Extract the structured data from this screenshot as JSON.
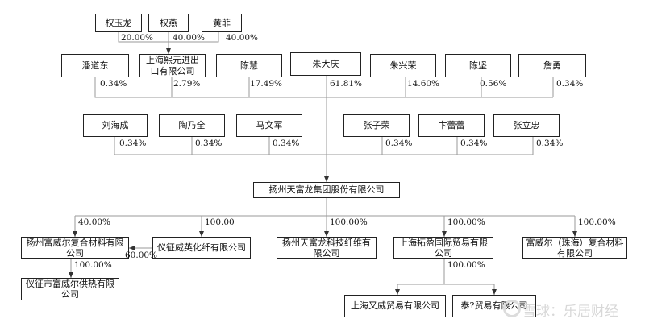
{
  "top_shareholders": [
    {
      "name": "权玉龙",
      "pct": "20.00%"
    },
    {
      "name": "权燕",
      "pct": "40.00%"
    },
    {
      "name": "黄菲",
      "pct": "40.00%"
    }
  ],
  "row2": [
    {
      "name": "潘道东",
      "pct": "0.34%"
    },
    {
      "name": "上海熙元进出口有限公司",
      "pct": "2.79%"
    },
    {
      "name": "陈慧",
      "pct": "17.49%"
    },
    {
      "name": "朱大庆",
      "pct": "61.81%"
    },
    {
      "name": "朱兴荣",
      "pct": "14.60%"
    },
    {
      "name": "陈坚",
      "pct": "0.56%"
    },
    {
      "name": "詹勇",
      "pct": "0.34%"
    }
  ],
  "row3": [
    {
      "name": "刘海成",
      "pct": "0.34%"
    },
    {
      "name": "陶乃全",
      "pct": "0.34%"
    },
    {
      "name": "马文军",
      "pct": "0.34%"
    },
    {
      "name": "张子荣",
      "pct": "0.34%"
    },
    {
      "name": "卞蕾蕾",
      "pct": "0.34%"
    },
    {
      "name": "张立忠",
      "pct": "0.34%"
    }
  ],
  "center": {
    "name": "扬州天富龙集团股份有限公司"
  },
  "subsidiaries": [
    {
      "name": "扬州富威尔复合材料有限公司",
      "pct": "40.00%"
    },
    {
      "name": "仪征威英化纤有限公司",
      "pct": "100.00"
    },
    {
      "name": "扬州天富龙科技纤维有限公司",
      "pct": "100.00%"
    },
    {
      "name": "上海拓盈国际贸易有限公司",
      "pct": "100.00%"
    },
    {
      "name": "富威尔（珠海）复合材料有限公司",
      "pct": "100.00%"
    }
  ],
  "cross_link": {
    "pct": "60.00%"
  },
  "fuweier_sub": {
    "name": "仪征市富威尔供热有限公司",
    "pct": "100.00%"
  },
  "tuoying_subs_pct": "100.00%",
  "tuoying_subs": [
    {
      "name": "上海又威贸易有限公司"
    },
    {
      "name": "泰?贸易有限公司"
    }
  ],
  "watermark": {
    "text": "雪球：乐居财经"
  }
}
